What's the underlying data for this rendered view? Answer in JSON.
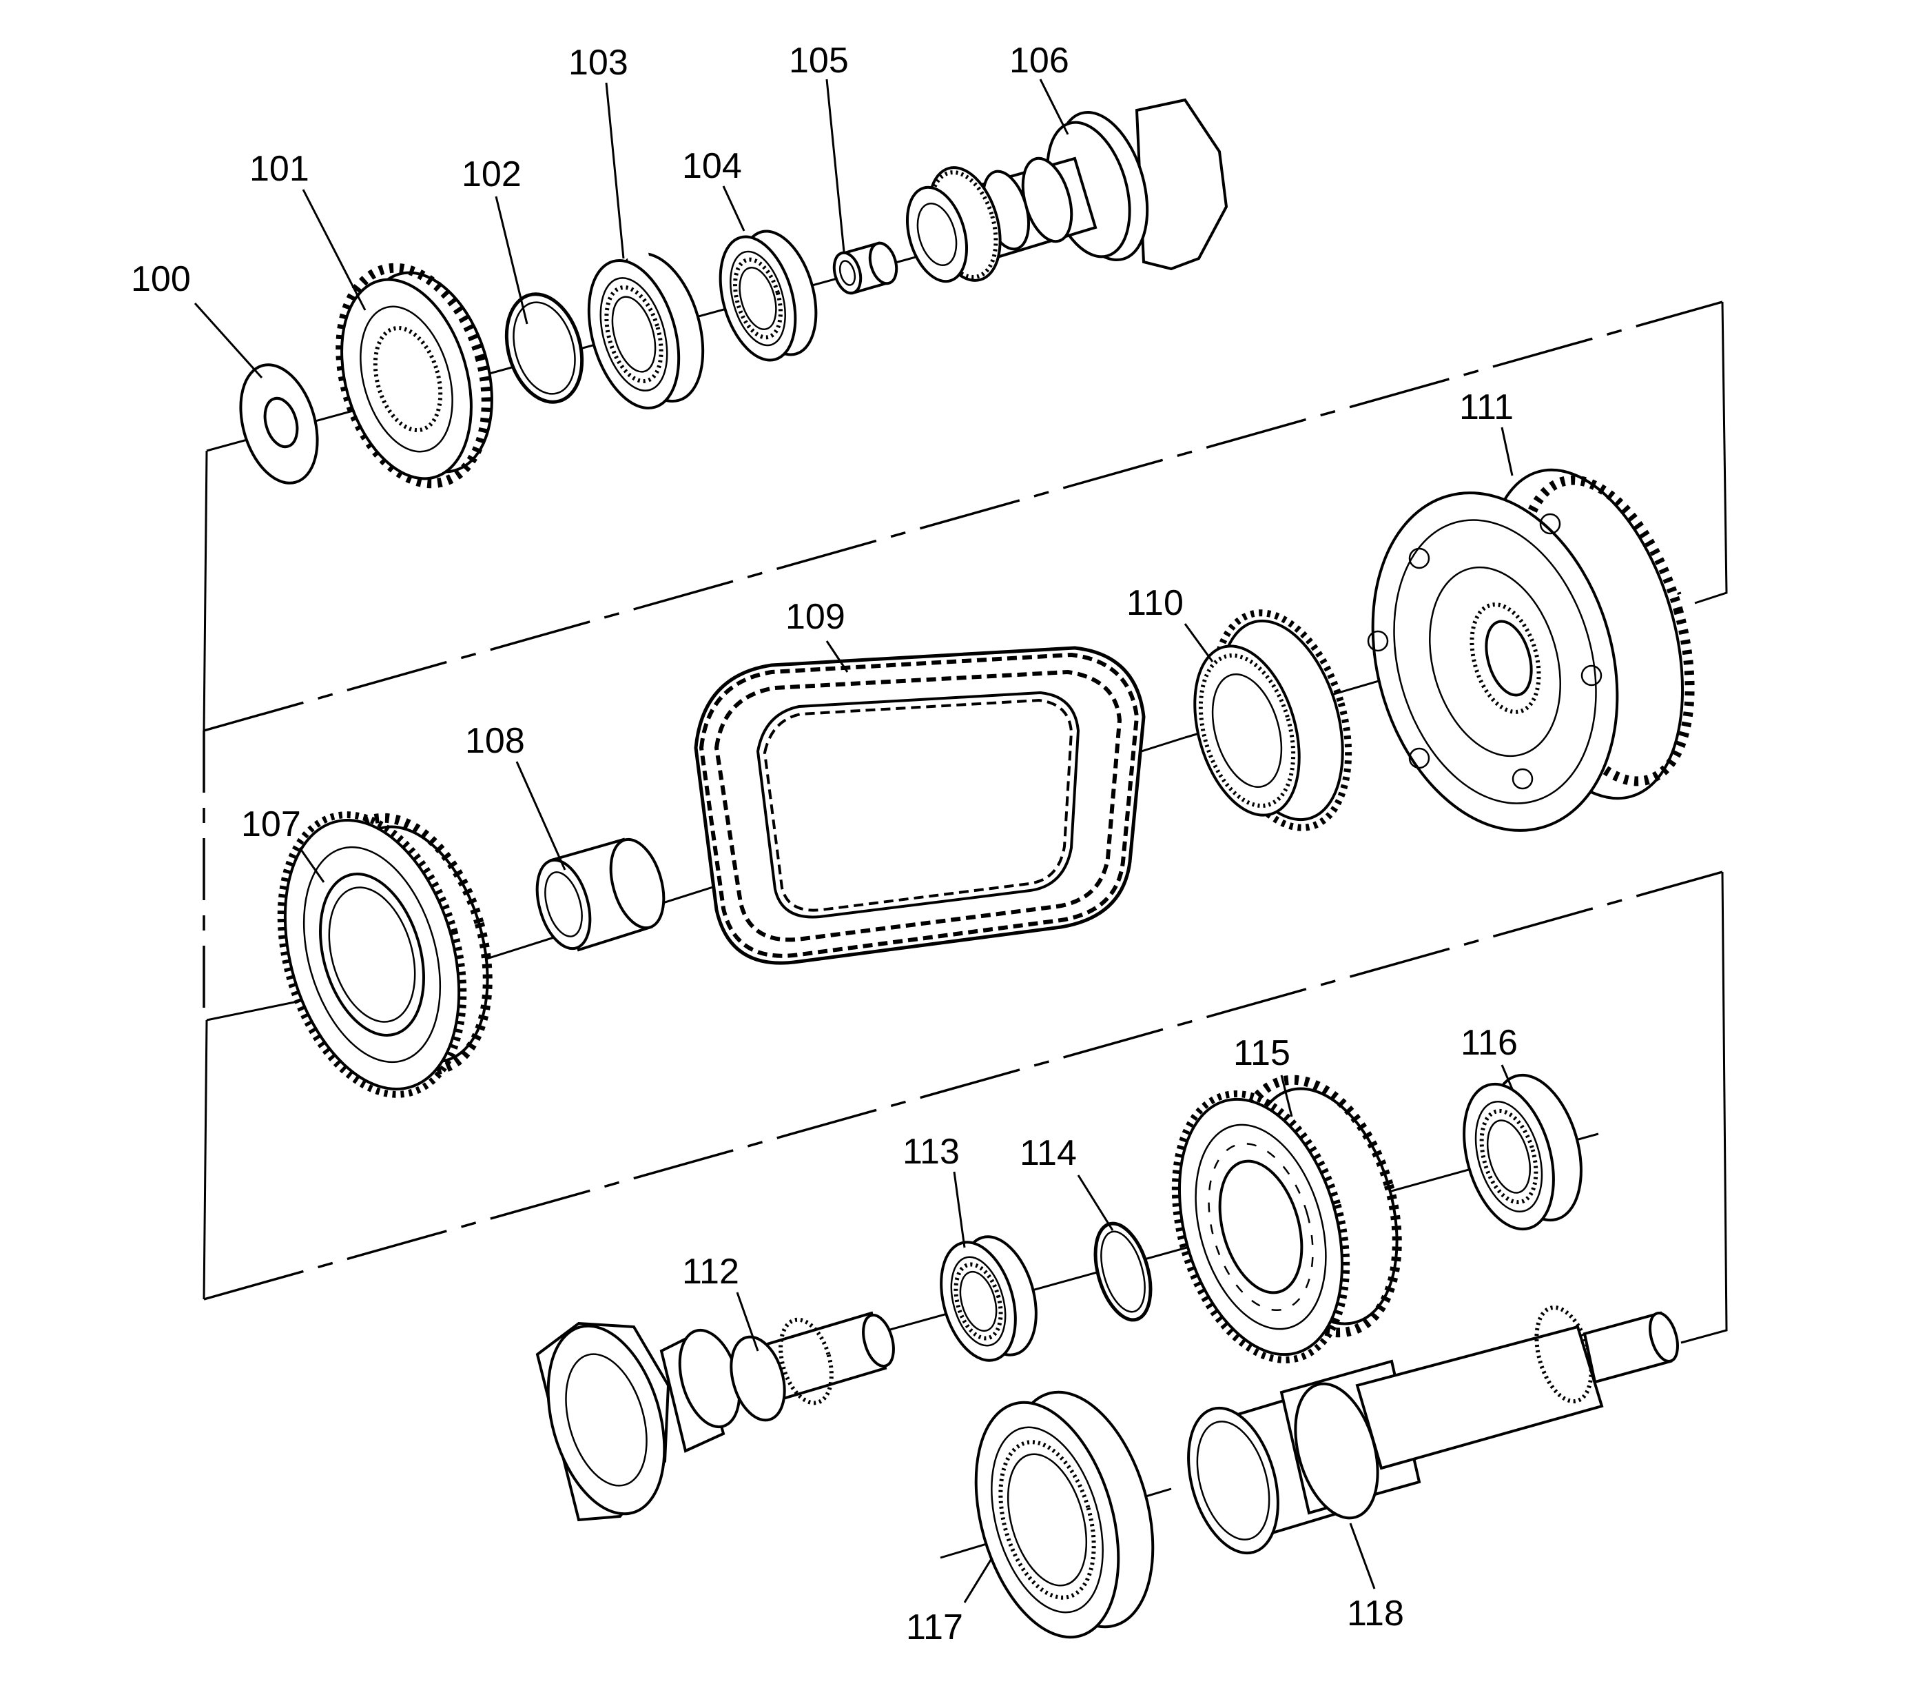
{
  "diagram": {
    "callouts": {
      "p100": "100",
      "p101": "101",
      "p102": "102",
      "p103": "103",
      "p104": "104",
      "p105": "105",
      "p106": "106",
      "p107": "107",
      "p108": "108",
      "p109": "109",
      "p110": "110",
      "p111": "111",
      "p112": "112",
      "p113": "113",
      "p114": "114",
      "p115": "115",
      "p116": "116",
      "p117": "117",
      "p118": "118"
    }
  }
}
